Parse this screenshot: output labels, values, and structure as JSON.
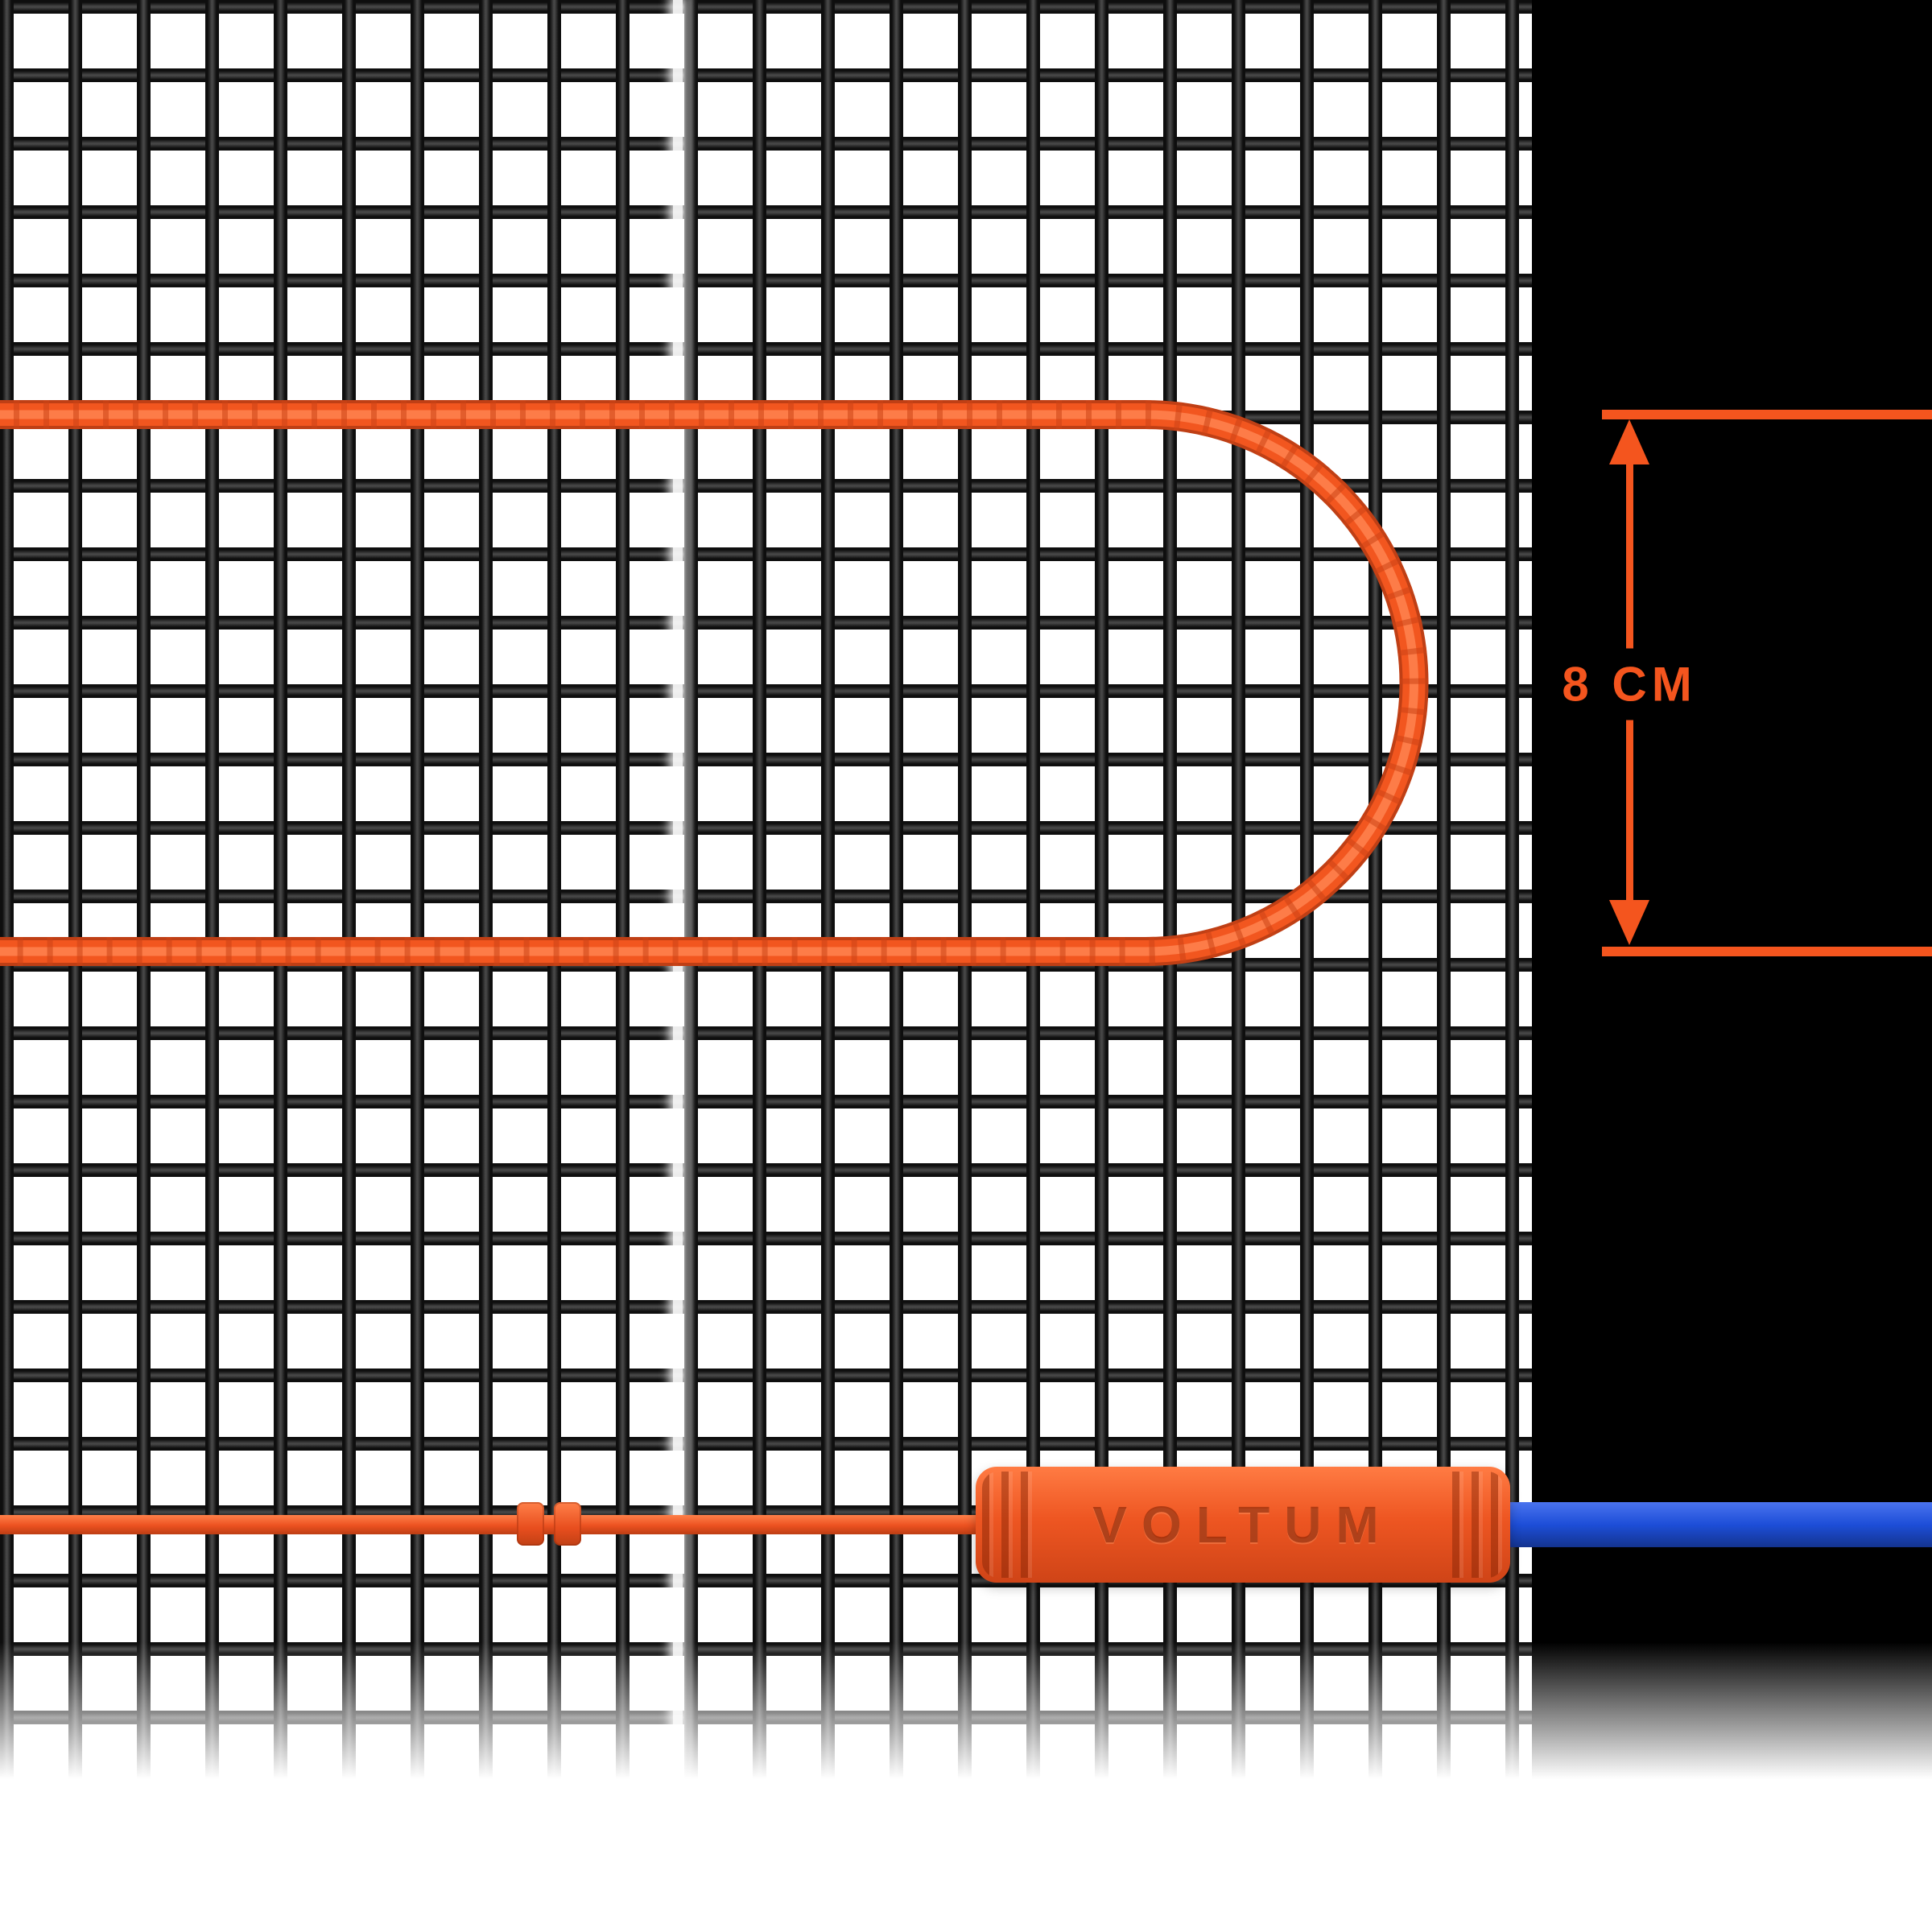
{
  "image": {
    "description": "Electric underfloor heating mat render: orange heating cable hairpin on black wire mesh, cable spacing dimension, branded coupler joining orange cold lead to blue power cord",
    "background_color": "#ffffff"
  },
  "mesh": {
    "wire_color": "#0e0e0e",
    "wire_highlight_color": "#474747"
  },
  "backdrop_panel": {
    "color": "#000000"
  },
  "heating_cable": {
    "color": "#f2561f",
    "edge_color": "#bf3f15",
    "sheen_color": "#ff8350"
  },
  "dimension": {
    "label": "8 CM",
    "color": "#f4551e"
  },
  "connector": {
    "label": "VOLTUM",
    "body_color": "#ee5622",
    "label_color": "#7a1e00"
  },
  "cold_lead": {
    "color": "#ec5120"
  },
  "power_cord": {
    "color": "#1d4ed8"
  }
}
